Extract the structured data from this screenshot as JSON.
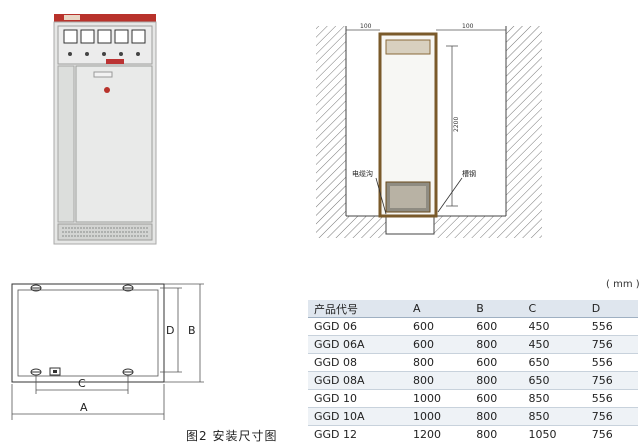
{
  "install_diagram": {
    "dim_top_left": "100",
    "dim_top_right": "100",
    "dim_height": "2200",
    "label_cable_trench": "电缆沟",
    "label_channel_steel": "槽钢"
  },
  "plan_view": {
    "dim_a": "A",
    "dim_b": "B",
    "dim_c": "C",
    "dim_d": "D"
  },
  "caption": "图2  安装尺寸图",
  "table": {
    "unit": "( mm )",
    "headers": [
      "产品代号",
      "A",
      "B",
      "C",
      "D"
    ],
    "rows": [
      [
        "GGD  06",
        "600",
        "600",
        "450",
        "556"
      ],
      [
        "GGD  06A",
        "600",
        "800",
        "450",
        "756"
      ],
      [
        "GGD  08",
        "800",
        "600",
        "650",
        "556"
      ],
      [
        "GGD  08A",
        "800",
        "800",
        "650",
        "756"
      ],
      [
        "GGD  10",
        "1000",
        "600",
        "850",
        "556"
      ],
      [
        "GGD  10A",
        "1000",
        "800",
        "850",
        "756"
      ],
      [
        "GGD  12",
        "1200",
        "800",
        "1050",
        "756"
      ]
    ]
  }
}
